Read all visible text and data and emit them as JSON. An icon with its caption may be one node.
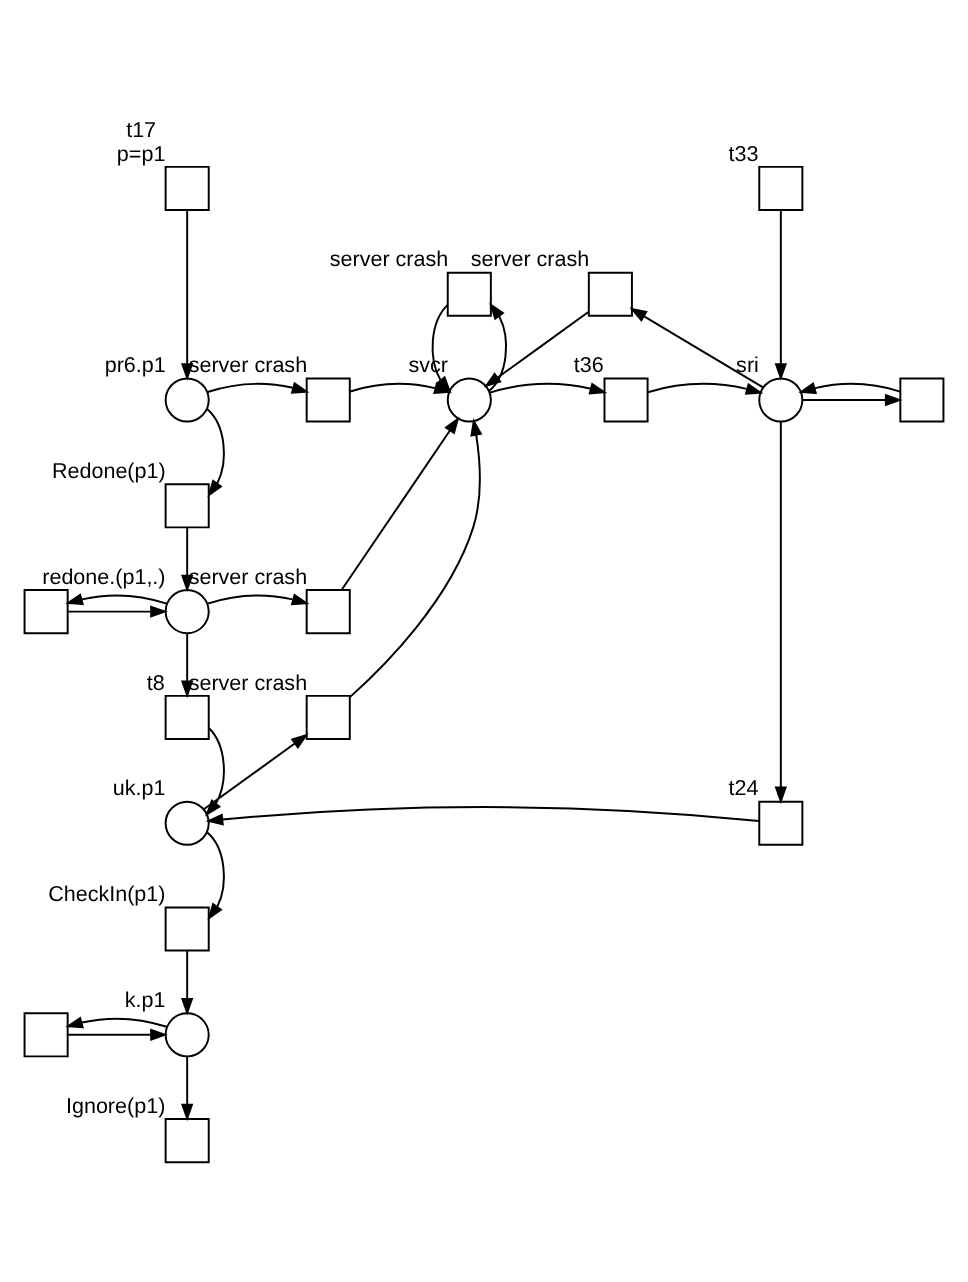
{
  "diagram": {
    "nodes": [
      {
        "text": [],
        "shape": "box",
        "beside": [
          "t17",
          "p=p1"
        ]
      },
      {
        "text": [],
        "shape": "box",
        "beside": [
          "t33"
        ]
      },
      {
        "text": [],
        "shape": "box",
        "beside": [
          "server crash"
        ]
      },
      {
        "text": [],
        "shape": "box",
        "beside": [
          "server crash"
        ]
      },
      {
        "text": [],
        "shape": "circle",
        "beside": [
          "pr6.p1"
        ]
      },
      {
        "text": [],
        "shape": "box",
        "beside": [
          "server crash"
        ]
      },
      {
        "text": [],
        "shape": "circle",
        "beside": [
          "svcr"
        ]
      },
      {
        "text": [],
        "shape": "box",
        "beside": [
          "t36"
        ]
      },
      {
        "text": [],
        "shape": "circle",
        "beside": [
          "sri"
        ]
      },
      {
        "text": [],
        "shape": "box"
      },
      {
        "text": [],
        "shape": "box",
        "beside": [
          "Redone(p1)"
        ]
      },
      {
        "text": [],
        "shape": "box"
      },
      {
        "text": [],
        "shape": "circle",
        "beside": [
          "redone.(p1,.)"
        ]
      },
      {
        "text": [],
        "shape": "box",
        "beside": [
          "server crash"
        ]
      },
      {
        "text": [],
        "shape": "box",
        "beside": [
          "t8"
        ]
      },
      {
        "text": [],
        "shape": "box",
        "beside": [
          "server crash"
        ]
      },
      {
        "text": [],
        "shape": "circle",
        "beside": [
          "uk.p1"
        ]
      },
      {
        "text": [],
        "shape": "box",
        "beside": [
          "t24"
        ]
      },
      {
        "text": [],
        "shape": "box",
        "beside": [
          "CheckIn(p1)"
        ]
      },
      {
        "text": [],
        "shape": "box"
      },
      {
        "text": [],
        "shape": "circle",
        "beside": [
          "k.p1"
        ]
      },
      {
        "text": [],
        "shape": "box",
        "beside": [
          "Ignore(p1)"
        ]
      }
    ],
    "edges": [
      {
        "from": 0,
        "to": 4,
        "arrow": "to"
      },
      {
        "from": 1,
        "to": 8,
        "arrow": "to"
      },
      {
        "from": 2,
        "to": 6,
        "arrow": "to"
      },
      {
        "from": 6,
        "to": 2,
        "arrow": "to"
      },
      {
        "from": 8,
        "to": 3,
        "arrow": "to"
      },
      {
        "from": 3,
        "to": 6,
        "arrow": "to"
      },
      {
        "from": 4,
        "to": 5,
        "arrow": "to"
      },
      {
        "from": 5,
        "to": 6,
        "arrow": "to"
      },
      {
        "from": 6,
        "to": 7,
        "arrow": "to"
      },
      {
        "from": 7,
        "to": 8,
        "arrow": "to"
      },
      {
        "from": 8,
        "to": 9,
        "arrow": "to"
      },
      {
        "from": 9,
        "to": 8,
        "arrow": "to"
      },
      {
        "from": 4,
        "to": 10,
        "arrow": "to"
      },
      {
        "from": 10,
        "to": 12,
        "arrow": "to"
      },
      {
        "from": 11,
        "to": 12,
        "arrow": "to"
      },
      {
        "from": 12,
        "to": 11,
        "arrow": "to"
      },
      {
        "from": 12,
        "to": 13,
        "arrow": "to"
      },
      {
        "from": 13,
        "to": 6,
        "arrow": "to"
      },
      {
        "from": 12,
        "to": 14,
        "arrow": "to"
      },
      {
        "from": 14,
        "to": 16,
        "arrow": "to"
      },
      {
        "from": 16,
        "to": 15,
        "arrow": "to"
      },
      {
        "from": 15,
        "to": 6,
        "arrow": "to"
      },
      {
        "from": 8,
        "to": 17,
        "arrow": "to"
      },
      {
        "from": 17,
        "to": 16,
        "arrow": "to"
      },
      {
        "from": 16,
        "to": 18,
        "arrow": "to"
      },
      {
        "from": 18,
        "to": 20,
        "arrow": "to"
      },
      {
        "from": 19,
        "to": 20,
        "arrow": "to"
      },
      {
        "from": 20,
        "to": 19,
        "arrow": "to"
      },
      {
        "from": 20,
        "to": 21,
        "arrow": "to"
      }
    ]
  }
}
